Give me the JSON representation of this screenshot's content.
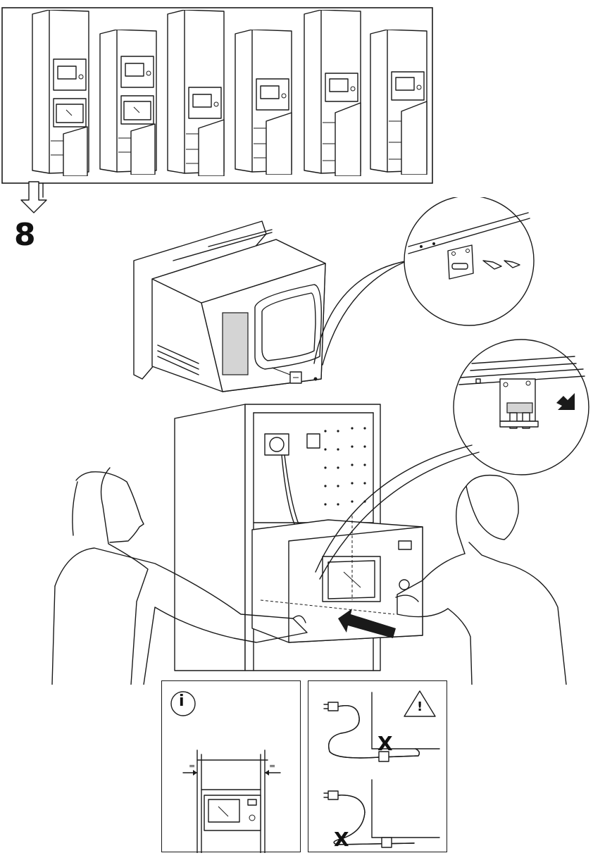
{
  "step": {
    "number": "8"
  },
  "overview": {
    "cabinet_count": 6,
    "variants": [
      "microwave-over-oven",
      "microwave-over-oven",
      "microwave-with-door-below",
      "microwave-with-door-below",
      "microwave-with-door-below",
      "microwave-with-door-below"
    ]
  },
  "info_panel": {
    "icon": "info-icon",
    "icon_glyph": "i",
    "equal_mark_left": "=",
    "equal_mark_right": "="
  },
  "warning_panel": {
    "icon": "warning-triangle-icon",
    "icon_glyph": "!",
    "wrong_mark": "X"
  },
  "colors": {
    "line": "#1a1a1a",
    "background": "#ffffff",
    "shade": "#d4d4d4"
  }
}
